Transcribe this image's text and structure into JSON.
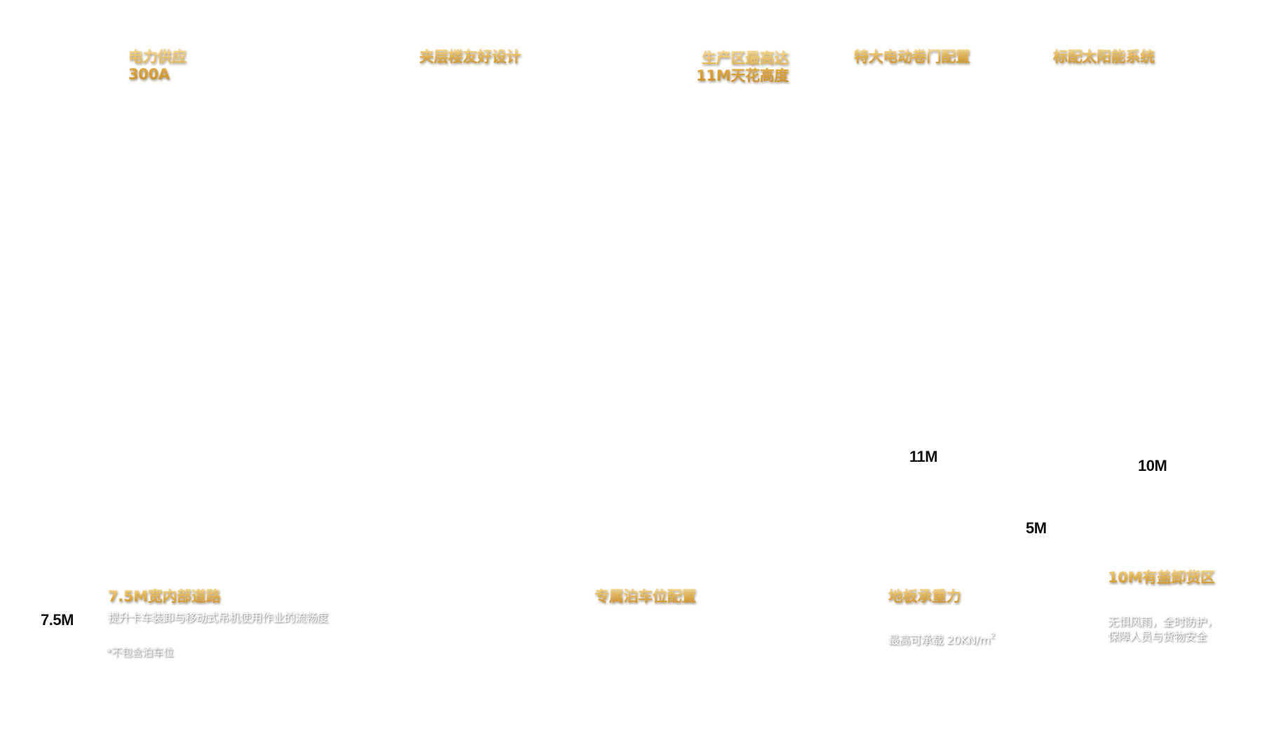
{
  "features_top": {
    "power": {
      "title": "电力供应",
      "value": "300A"
    },
    "upper_floor": {
      "title": "夹层楼友好设计"
    },
    "ceiling": {
      "line1": "生产区最高达",
      "line2": "11M天花高度"
    },
    "roller_door": {
      "title": "特大电动卷门配置"
    },
    "solar": {
      "title": "标配太阳能系统"
    }
  },
  "features_bottom": {
    "road": {
      "title": "7.5M宽内部道路",
      "desc": "提升卡车装卸与移动式吊机使用作业的流畅度",
      "note": "*不包含泊车位"
    },
    "parking": {
      "title": "专属泊车位配置"
    },
    "floor_load": {
      "title": "地板承重力",
      "desc": "最高可承载 20KN/m",
      "desc_sup": "2"
    },
    "loading_bay": {
      "title": "10M有盖卸货区",
      "desc_line1": "无惧风雨，全时防护，",
      "desc_line2": "保障人员与货物安全"
    }
  },
  "measurements": {
    "height_11m": "11M",
    "width_10m": "10M",
    "width_5m": "5M",
    "road_7_5m": "7.5M"
  }
}
